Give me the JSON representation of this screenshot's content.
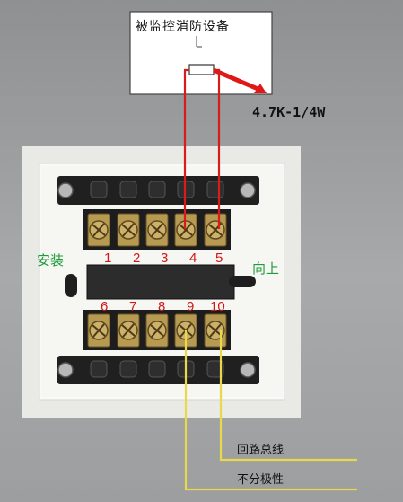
{
  "device": {
    "title": "被监控消防设备"
  },
  "resistor": {
    "label": "4.7K-1/4W"
  },
  "module": {
    "install_label": "安装",
    "up_label": "向上",
    "top_terminals": [
      "1",
      "2",
      "3",
      "4",
      "5"
    ],
    "bottom_terminals": [
      "6",
      "7",
      "8",
      "9",
      "10"
    ]
  },
  "bus": {
    "loop_label": "回路总线",
    "polarity_label": "不分极性"
  },
  "colors": {
    "wire_red": "#d81b1b",
    "wire_yellow": "#e8d84a",
    "label_green": "#1f9c3a",
    "number_red": "#d01818"
  }
}
